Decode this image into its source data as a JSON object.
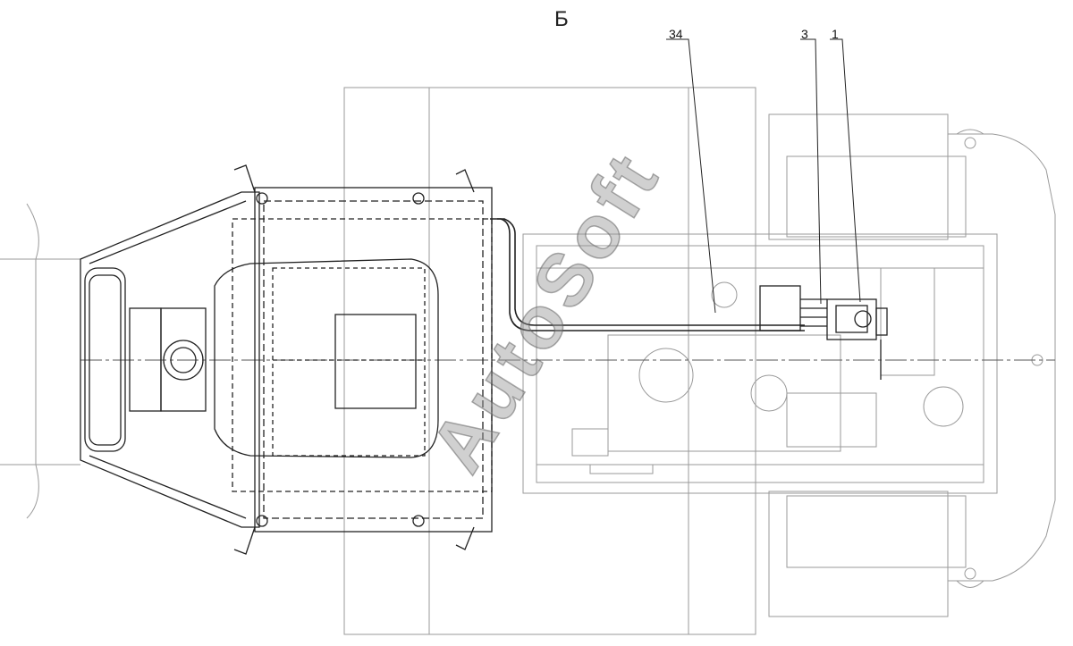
{
  "view_label": "Б",
  "callouts": [
    {
      "id": "34",
      "text": "34"
    },
    {
      "id": "3",
      "text": "3"
    },
    {
      "id": "1",
      "text": "1"
    }
  ],
  "watermark": "AutoSoft",
  "colors": {
    "line": "#222222",
    "light_line": "#9a9a9a",
    "watermark": "#969696"
  }
}
